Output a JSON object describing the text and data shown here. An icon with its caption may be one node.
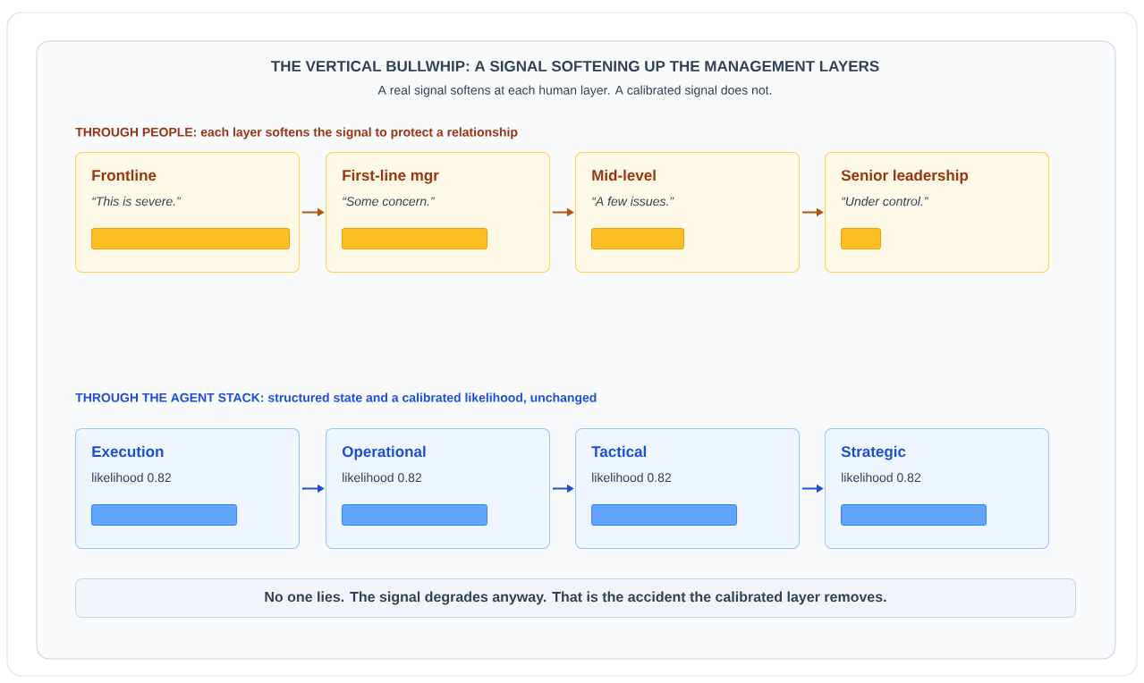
{
  "diagram": {
    "title": "THE VERTICAL BULLWHIP: A SIGNAL SOFTENING UP THE MANAGEMENT LAYERS",
    "nodes": [
      {
        "text": [
          "Frontline",
          "“This is severe.”"
        ]
      },
      {
        "text": [
          "First-line mgr",
          "“Some concern.”"
        ]
      },
      {
        "text": [
          "Mid-level",
          "“A few issues.”"
        ]
      },
      {
        "text": [
          "Senior leadership",
          "“Under control.”"
        ]
      },
      {
        "text": [
          "Execution",
          "likelihood 0.82"
        ]
      },
      {
        "text": [
          "Operational",
          "likelihood 0.82"
        ]
      },
      {
        "text": [
          "Tactical",
          "likelihood 0.82"
        ]
      },
      {
        "text": [
          "Strategic",
          "likelihood 0.82"
        ]
      },
      {
        "text": [
          "No one lies. The signal degrades anyway. That is the accident the calibrated layer removes."
        ]
      },
      {
        "text": [],
        "shape": "bar",
        "in": 0
      },
      {
        "text": [],
        "shape": "bar",
        "in": 1
      },
      {
        "text": [],
        "shape": "bar",
        "in": 2
      },
      {
        "text": [],
        "shape": "bar",
        "in": 3
      },
      {
        "text": [],
        "shape": "bar",
        "in": 4
      },
      {
        "text": [],
        "shape": "bar",
        "in": 5
      },
      {
        "text": [],
        "shape": "bar",
        "in": 6
      },
      {
        "text": [],
        "shape": "bar",
        "in": 7
      }
    ],
    "edges": [
      {
        "from": 0,
        "to": 1,
        "arrow": "to",
        "color": "#b45309"
      },
      {
        "from": 1,
        "to": 2,
        "arrow": "to",
        "color": "#b45309"
      },
      {
        "from": 2,
        "to": 3,
        "arrow": "to",
        "color": "#b45309"
      },
      {
        "from": 4,
        "to": 5,
        "arrow": "to",
        "color": "#1d4ed8"
      },
      {
        "from": 5,
        "to": 6,
        "arrow": "to",
        "color": "#1d4ed8"
      },
      {
        "from": 6,
        "to": 7,
        "arrow": "to",
        "color": "#1d4ed8"
      }
    ],
    "labels": [
      "A real signal softens at each human layer. A calibrated signal does not.",
      "THROUGH PEOPLE: each layer softens the signal to protect a relationship",
      "THROUGH THE AGENT STACK: structured state and a calibrated likelihood, unchanged"
    ]
  }
}
